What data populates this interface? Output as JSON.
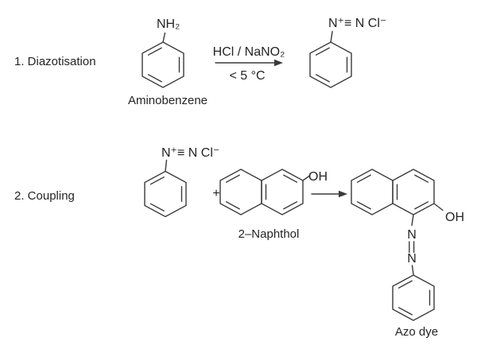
{
  "colors": {
    "ink": "#3a3a3a",
    "text": "#242424",
    "background": "#ffffff"
  },
  "scheme": {
    "step1": {
      "label": "1. Diazotisation",
      "amine_group": "NH₂",
      "reactant_caption": "Aminobenzene",
      "conditions_above": "HCl / NaNO₂",
      "conditions_below": "< 5 °C",
      "diazonium_group": "N⁺≡ N Cl⁻"
    },
    "step2": {
      "label": "2. Coupling",
      "diazonium_group": "N⁺≡ N Cl⁻",
      "plus": "+",
      "naphthol_oh": "OH",
      "naphthol_caption": "2–Naphthol",
      "product_oh": "OH",
      "azo_n_top": "N",
      "azo_n_bottom": "N",
      "product_caption": "Azo dye"
    }
  }
}
